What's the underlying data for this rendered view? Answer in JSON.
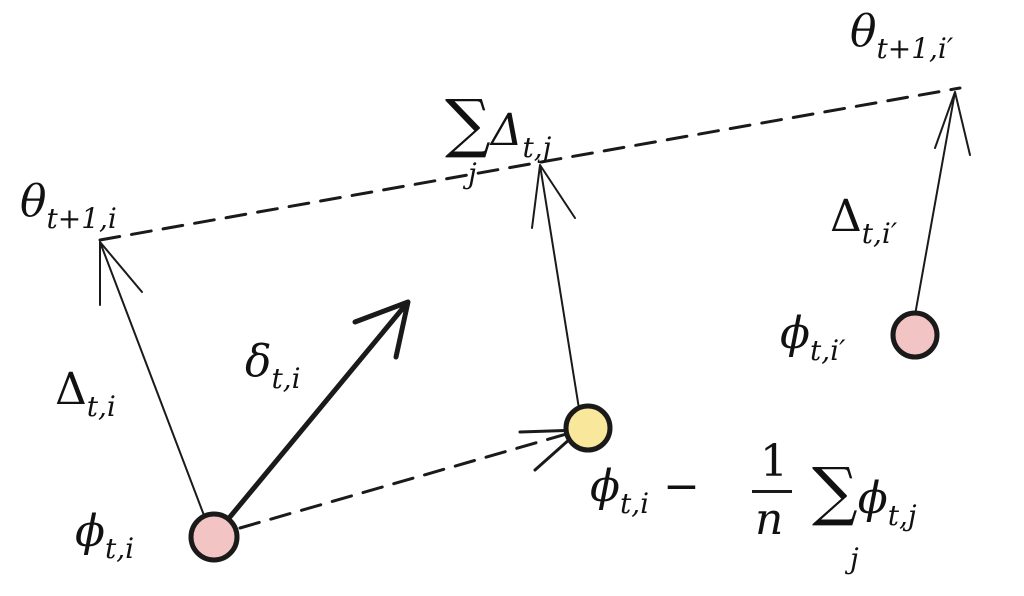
{
  "colors": {
    "ink": "#1a1a1a",
    "pink": "#f2c4c4",
    "yellow": "#f9e79c"
  },
  "labels": {
    "theta_i": {
      "sym": "θ",
      "sub": "t+1,i"
    },
    "sum_delta": {
      "sigma": "∑",
      "index": "j",
      "sym": "Δ",
      "sub": "t,j"
    },
    "theta_iprime": {
      "sym": "θ",
      "sub": "t+1,i′"
    },
    "delta_iprime": {
      "sym": "Δ",
      "sub": "t,i′"
    },
    "phi_iprime": {
      "sym": "ϕ",
      "sub": "t,i′"
    },
    "delta_i": {
      "sym": "Δ",
      "sub": "t,i"
    },
    "small_delta_i": {
      "sym": "δ",
      "sub": "t,i"
    },
    "phi_i": {
      "sym": "ϕ",
      "sub": "t,i"
    },
    "centered": {
      "sym": "ϕ",
      "sub": "t,i",
      "minus": "−",
      "num": "1",
      "den": "n",
      "sigma": "∑",
      "index": "j",
      "sym2": "ϕ",
      "sub2": "t,j"
    }
  }
}
